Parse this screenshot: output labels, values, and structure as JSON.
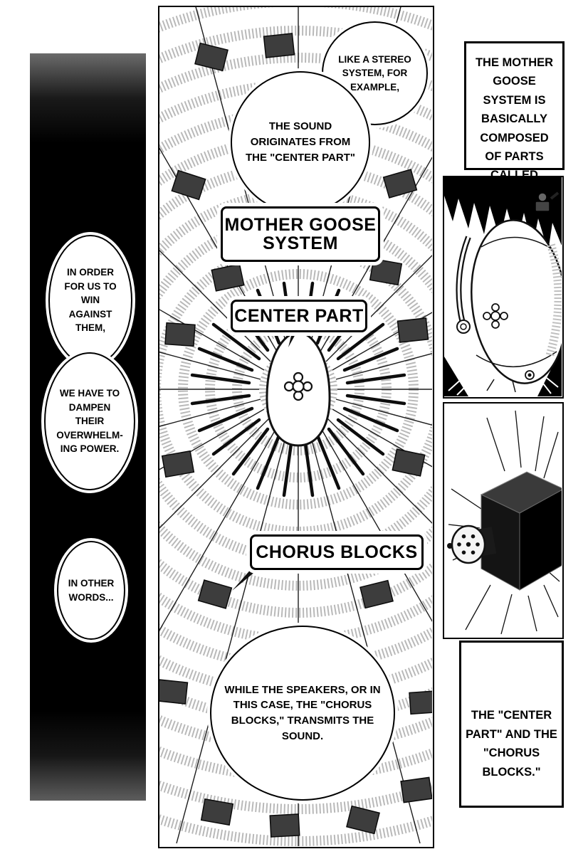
{
  "page": {
    "background": "#ffffff",
    "ink": "#000000",
    "block_color": "#3d3d3d"
  },
  "left_panel": {
    "bubbles": [
      "IN ORDER FOR US TO WIN AGAINST THEM,",
      "WE HAVE TO DAMPEN THEIR OVERWHELM-ING POWER.",
      "IN OTHER WORDS..."
    ]
  },
  "diagram_panel": {
    "bubble_stereo": "LIKE A STEREO SYSTEM, FOR EXAMPLE,",
    "bubble_sound": "THE SOUND ORIGINATES FROM THE \"CENTER PART\"",
    "label_system": "MOTHER GOOSE SYSTEM",
    "label_center_part": "CENTER PART",
    "label_chorus_blocks": "CHORUS BLOCKS",
    "bubble_speakers": "WHILE THE SPEAKERS, OR IN THIS CASE, THE \"CHORUS BLOCKS,\" TRANSMITS THE SOUND."
  },
  "right_column": {
    "caption_top": "THE MOTHER GOOSE SYSTEM IS BASICALLY COMPOSED OF PARTS CALLED",
    "caption_bottom": "THE \"CENTER PART\" AND THE \"CHORUS BLOCKS.\""
  }
}
